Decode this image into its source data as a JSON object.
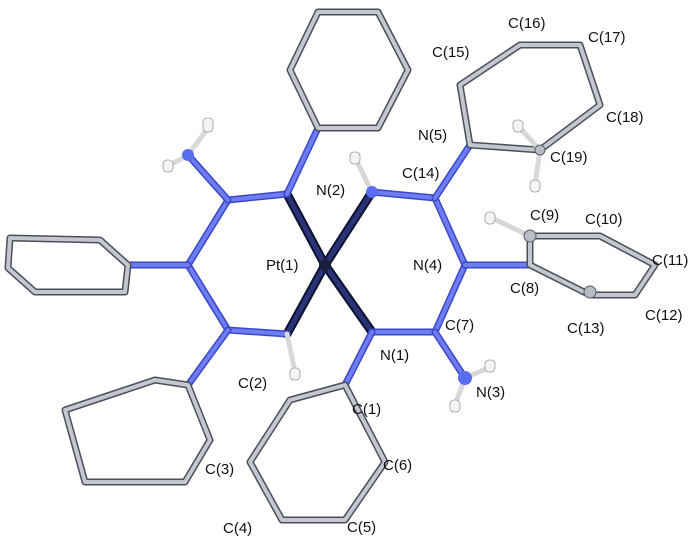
{
  "colors": {
    "carbon": "#b9bcc4",
    "carbon_outline": "#555b66",
    "nitrogen": "#5a6cf0",
    "nitrogen_dark": "#3242c8",
    "hydrogen": "#f2f2f2",
    "platinum": "#1a1f3a"
  },
  "labels": {
    "pt1": "Pt(1)",
    "n1": "N(1)",
    "n2": "N(2)",
    "n3": "N(3)",
    "n4": "N(4)",
    "n5": "N(5)",
    "c1": "C(1)",
    "c2": "C(2)",
    "c3": "C(3)",
    "c4": "C(4)",
    "c5": "C(5)",
    "c6": "C(6)",
    "c7": "C(7)",
    "c8": "C(8)",
    "c9": "C(9)",
    "c10": "C(10)",
    "c11": "C(11)",
    "c12": "C(12)",
    "c13": "C(13)",
    "c14": "C(14)",
    "c15": "C(15)",
    "c16": "C(16)",
    "c17": "C(17)",
    "c18": "C(18)",
    "c19": "C(19)"
  }
}
